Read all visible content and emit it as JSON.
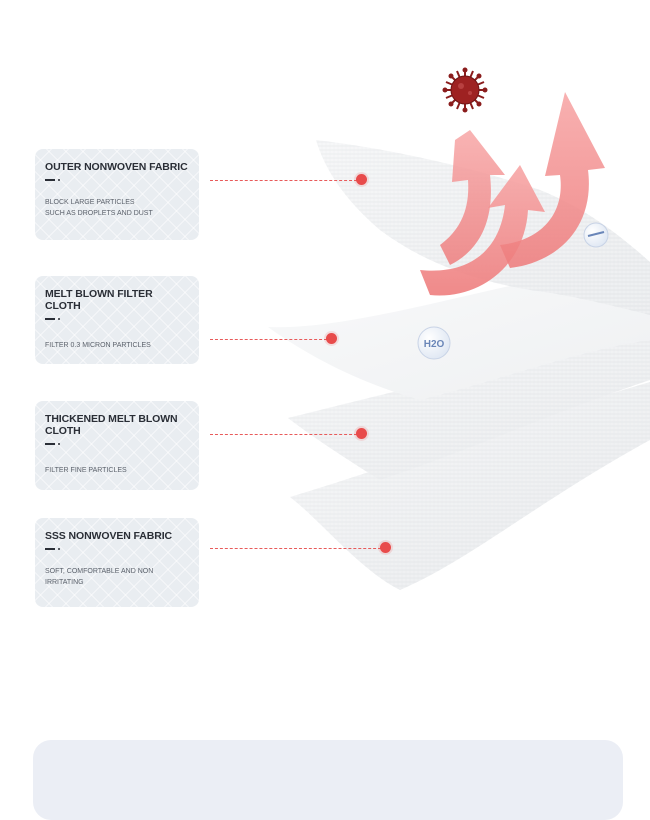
{
  "layers": [
    {
      "title": "OUTER NONWOVEN FABRIC",
      "desc_line1": "BLOCK LARGE PARTICLES",
      "desc_line2": "SUCH AS DROPLETS AND DUST"
    },
    {
      "title": "MELT BLOWN FILTER CLOTH",
      "desc_line1": "FILTER 0.3 MICRON PARTICLES",
      "desc_line2": ""
    },
    {
      "title": "THICKENED MELT BLOWN CLOTH",
      "desc_line1": "FILTER FINE PARTICLES",
      "desc_line2": ""
    },
    {
      "title": "SSS NONWOVEN FABRIC",
      "desc_line1": "SOFT, COMFORTABLE AND NON",
      "desc_line2": "IRRITATING"
    }
  ],
  "bubble_label": "H2O",
  "colors": {
    "accent": "#e84b4b",
    "arrow": "#f28c8c",
    "virus": "#8a1c1c"
  },
  "icons": [
    "virus-icon",
    "upward-arrow-icon",
    "water-bubble-icon"
  ]
}
